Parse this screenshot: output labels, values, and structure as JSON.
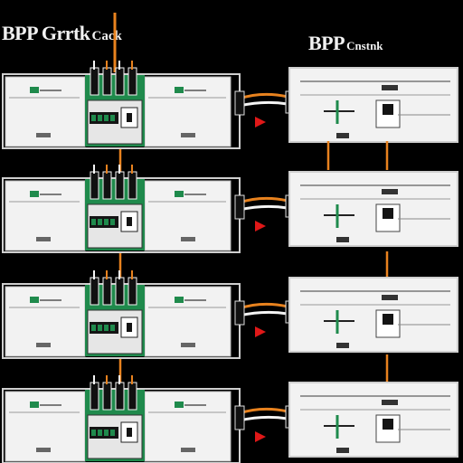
{
  "titles": {
    "left": {
      "main": "BPP Grrtk",
      "suffix": "Cack"
    },
    "right": {
      "main": "BPP",
      "suffix": "Cnstnk"
    }
  },
  "colors": {
    "background": "#000000",
    "panel_face": "#f2f2f2",
    "panel_border": "#cfcfcf",
    "module_green": "#1f8a4c",
    "terminal_block": "#141414",
    "wire_orange": "#e8821e",
    "wire_white": "#f5f5f5",
    "arrow_red": "#e01818"
  },
  "icons": [
    "red-arrow-icon",
    "connector-plug-icon",
    "terminal-block-icon",
    "cross-marker-icon"
  ],
  "rows": [
    {
      "id": "row-1",
      "connection": "wired"
    },
    {
      "id": "row-2",
      "connection": "wired"
    },
    {
      "id": "row-3",
      "connection": "wired"
    },
    {
      "id": "row-4",
      "connection": "wired"
    }
  ]
}
